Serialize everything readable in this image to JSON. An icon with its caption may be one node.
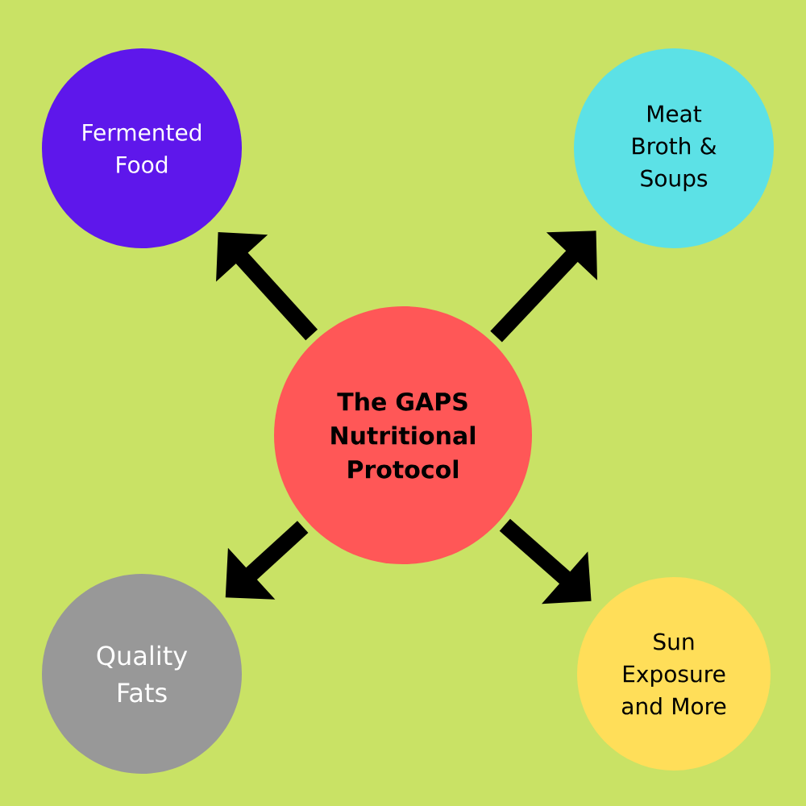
{
  "diagram": {
    "nodes": [
      {
        "text": [
          "The GAPS Nutritional Protocol"
        ]
      },
      {
        "text": [
          "Fermented Food"
        ]
      },
      {
        "text": [
          "Meat Broth & Soups"
        ]
      },
      {
        "text": [
          "Quality Fats"
        ]
      },
      {
        "text": [
          "Sun Exposure and More"
        ]
      }
    ],
    "edges": [
      {
        "from": 0,
        "to": 1,
        "arrow": "to"
      },
      {
        "from": 0,
        "to": 2,
        "arrow": "to"
      },
      {
        "from": 0,
        "to": 3,
        "arrow": "to"
      },
      {
        "from": 0,
        "to": 4,
        "arrow": "to"
      }
    ]
  }
}
